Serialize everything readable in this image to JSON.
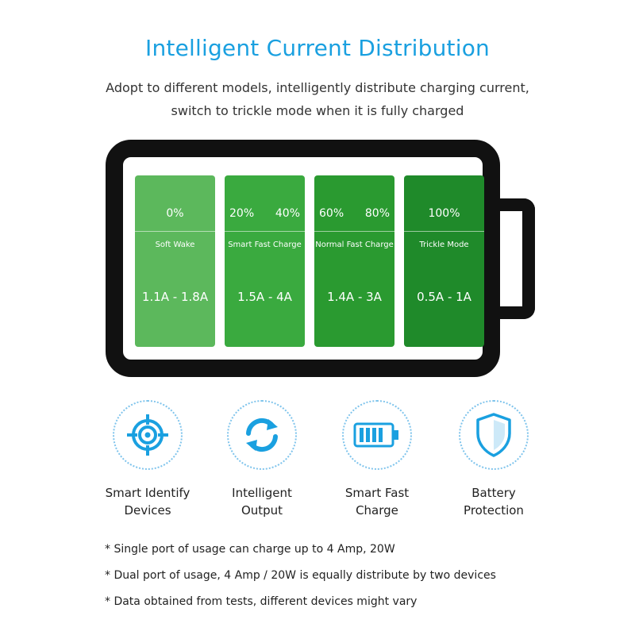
{
  "header": {
    "title": "Intelligent Current Distribution",
    "subtitle_line1": "Adopt to different models, intelligently distribute charging current,",
    "subtitle_line2": "switch to trickle mode when it is fully charged"
  },
  "battery": {
    "cells": [
      {
        "pct_left": "0%",
        "pct_right": "",
        "mode": "Soft Wake",
        "amps": "1.1A - 1.8A",
        "color": "#5cb85c"
      },
      {
        "pct_left": "20%",
        "pct_right": "40%",
        "mode": "Smart Fast Charge",
        "amps": "1.5A - 4A",
        "color": "#3aaa3f"
      },
      {
        "pct_left": "60%",
        "pct_right": "80%",
        "mode": "Normal Fast Charge",
        "amps": "1.4A - 3A",
        "color": "#2a9a30"
      },
      {
        "pct_left": "100%",
        "pct_right": "",
        "mode": "Trickle Mode",
        "amps": "0.5A - 1A",
        "color": "#1f8a2a"
      }
    ]
  },
  "features": [
    {
      "icon": "target-icon",
      "line1": "Smart Identify",
      "line2": "Devices"
    },
    {
      "icon": "refresh-arrows-icon",
      "line1": "Intelligent",
      "line2": "Output"
    },
    {
      "icon": "battery-icon",
      "line1": "Smart Fast",
      "line2": "Charge"
    },
    {
      "icon": "shield-icon",
      "line1": "Battery",
      "line2": "Protection"
    }
  ],
  "notes": [
    "* Single port of usage can charge up to 4 Amp, 20W",
    "* Dual port of usage, 4 Amp / 20W is equally distribute by two devices",
    "* Data obtained from tests, different devices might vary"
  ],
  "colors": {
    "accent": "#1aa0e0",
    "battery_outline": "#111111"
  }
}
